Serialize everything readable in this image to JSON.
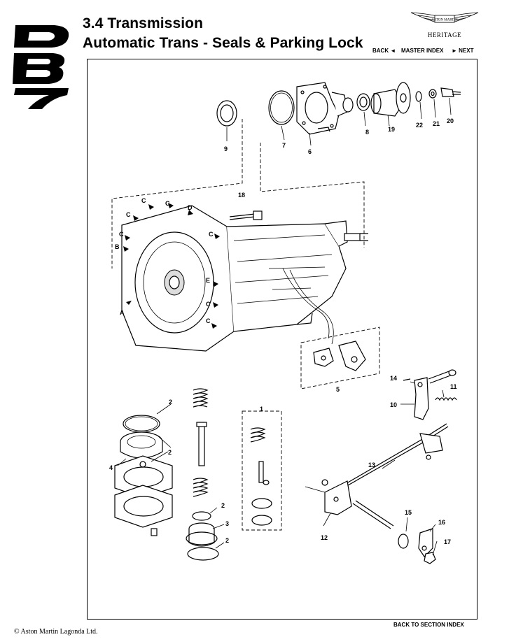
{
  "header": {
    "section_title": "3.4 Transmission",
    "subtitle": "Automatic Trans - Seals & Parking Lock",
    "brand_wordmark": "ASTON MARTIN",
    "brand_sub": "HERITAGE",
    "logo_text": "DB7"
  },
  "nav": {
    "back": "BACK ◄",
    "master": "MASTER INDEX",
    "next": "► NEXT"
  },
  "footer": {
    "copyright": "© Aston Martin Lagonda Ltd.",
    "section_index": "BACK TO SECTION INDEX"
  },
  "callouts": {
    "c1": "1",
    "c2": "2",
    "c3": "3",
    "c4": "4",
    "c5": "5",
    "c6": "6",
    "c7": "7",
    "c8": "8",
    "c9": "9",
    "c10": "10",
    "c11": "11",
    "c12": "12",
    "c13": "13",
    "c14": "14",
    "c15": "15",
    "c16": "16",
    "c17": "17",
    "c18": "18",
    "c19": "19",
    "c20": "20",
    "c21": "21",
    "c22": "22"
  },
  "bolt_letters": {
    "a": "A",
    "b": "B",
    "c": "C",
    "d": "D",
    "e": "E"
  },
  "colors": {
    "ink": "#000000",
    "paper": "#ffffff"
  }
}
